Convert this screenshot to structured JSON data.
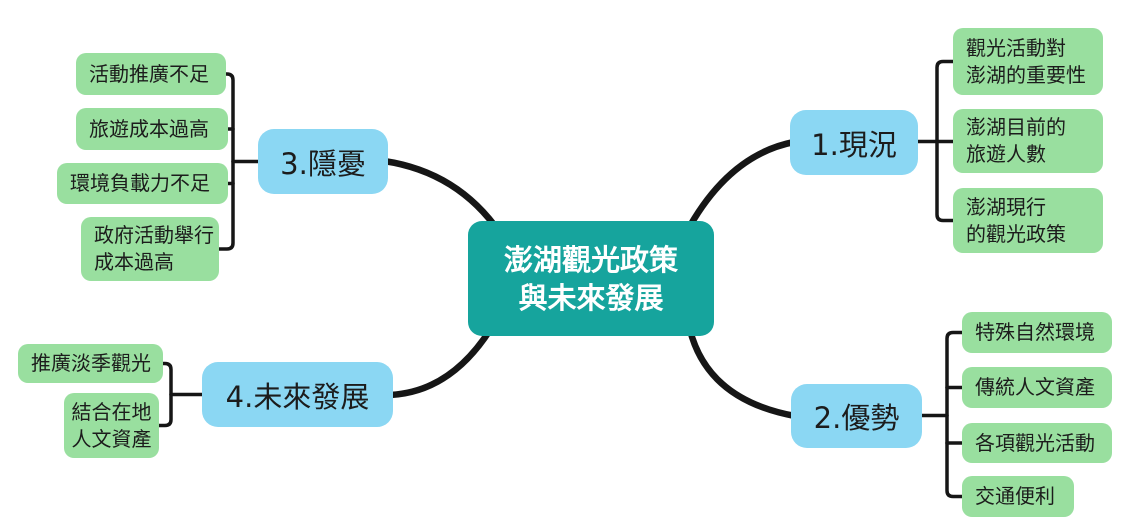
{
  "colors": {
    "center_fill": "#16a49d",
    "branch_fill": "#8bd7f3",
    "leaf_fill": "#99df9f",
    "line": "#161616",
    "text_dark": "#1c1c1c",
    "text_light": "#ffffff"
  },
  "mindmap": {
    "center": "澎湖觀光政策\n與未來發展",
    "branches": [
      {
        "label": "1.現況",
        "children": [
          "觀光活動對\n澎湖的重要性",
          "澎湖目前的\n旅遊人數",
          "澎湖現行\n的觀光政策"
        ]
      },
      {
        "label": "2.優勢",
        "children": [
          "特殊自然環境",
          "傳統人文資產",
          "各項觀光活動",
          "交通便利"
        ]
      },
      {
        "label": "3.隱憂",
        "children": [
          "活動推廣不足",
          "旅遊成本過高",
          "環境負載力不足",
          "政府活動舉行\n成本過高"
        ]
      },
      {
        "label": "4.未來發展",
        "children": [
          "推廣淡季觀光",
          "結合在地\n人文資產"
        ]
      }
    ]
  }
}
